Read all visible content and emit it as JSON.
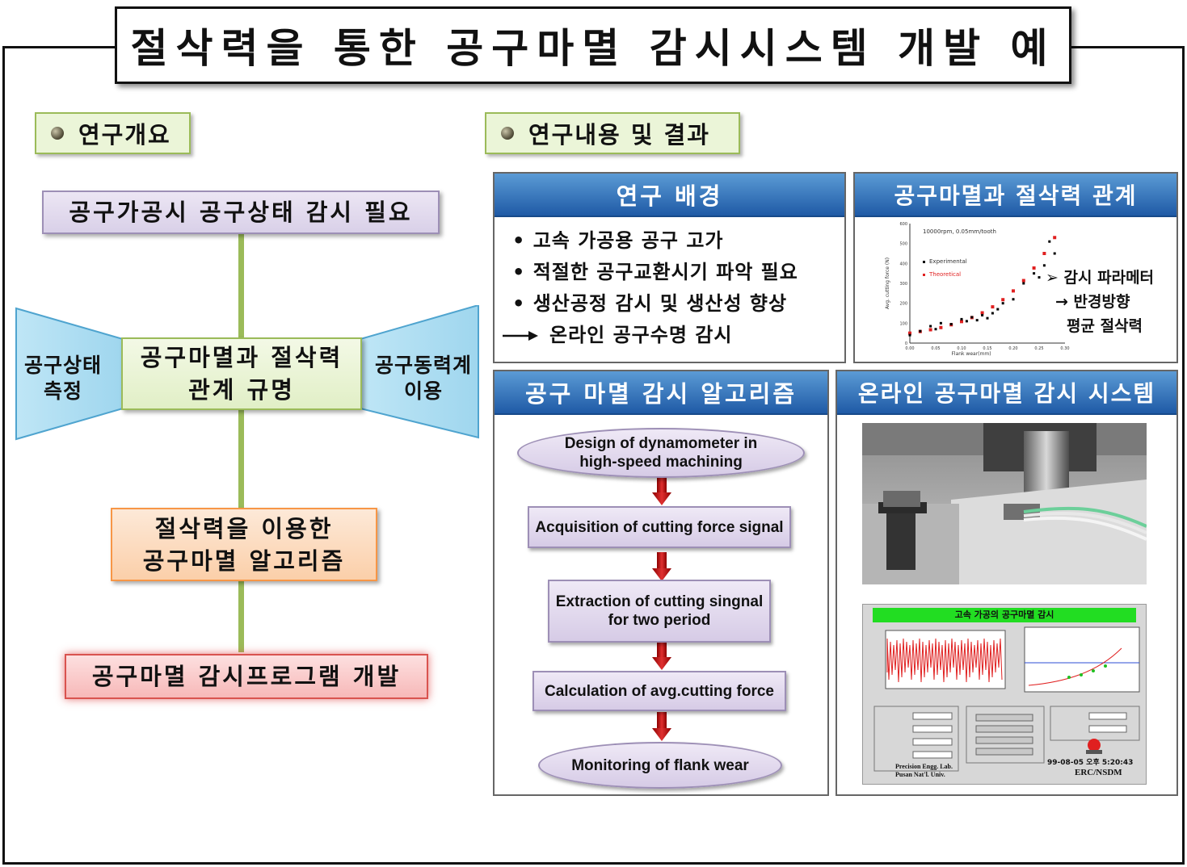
{
  "title": "절삭력을 통한 공구마멸 감시시스템 개발 예",
  "left": {
    "section_title": "연구개요",
    "box_need": "공구가공시 공구상태 감시 필요",
    "box_relation": [
      "공구마멸과 절삭력",
      "관계 규명"
    ],
    "side_left": [
      "공구상태",
      "측정"
    ],
    "side_right": [
      "공구동력계",
      "이용"
    ],
    "box_algorithm": [
      "절삭력을 이용한",
      "공구마멸 알고리즘"
    ],
    "box_program": "공구마멸 감시프로그램 개발"
  },
  "right": {
    "section_title": "연구내용 및 결과",
    "background": {
      "header": "연구 배경",
      "items": [
        "• 고속 가공용 공구 고가",
        "• 적절한 공구교환시기  파악 필요",
        "• 생산공정 감시 및 생산성 향상"
      ],
      "conclusion": "온라인 공구수명 감시"
    },
    "relation": {
      "header": "공구마멸과 절삭력 관계",
      "annotation": [
        "➢ 감시 파라메터",
        "→ 반경방향",
        "평균 절삭력"
      ]
    },
    "algorithm": {
      "header": "공구 마멸 감시 알고리즘",
      "steps": [
        [
          "Design of dynamometer in",
          "high-speed machining"
        ],
        [
          "Acquisition of cutting force signal"
        ],
        [
          "Extraction of cutting singnal",
          "for  two period"
        ],
        [
          "Calculation of avg.cutting force"
        ],
        [
          "Monitoring of flank wear"
        ]
      ]
    },
    "system": {
      "header": "온라인 공구마멸 감시 시스템",
      "screen_title": "고속 가공의 공구마멸 감시",
      "screen_footer_left": [
        "Precision Engg. Lab.",
        "Pusan Nat'l. Univ."
      ],
      "screen_footer_right": "ERC/NSDM",
      "screen_time": "99-08-05 오후 5:20:43"
    }
  },
  "chart_data": {
    "type": "scatter",
    "title": "10000rpm, 0.05mm/tooth",
    "xlabel": "Flank wear(mm)",
    "ylabel": "Avg. cutting force (N)",
    "xlim": [
      0,
      0.3
    ],
    "ylim": [
      0,
      600
    ],
    "x_ticks": [
      "0.00",
      "0.05",
      "0.10",
      "0.15",
      "0.20",
      "0.25",
      "0.30"
    ],
    "y_ticks": [
      "0",
      "100",
      "200",
      "300",
      "400",
      "500",
      "600"
    ],
    "legend": [
      "Experimental",
      "Theoretical"
    ],
    "series": [
      {
        "name": "Experimental",
        "color": "#000000",
        "x": [
          0.0,
          0.02,
          0.04,
          0.05,
          0.06,
          0.08,
          0.1,
          0.11,
          0.12,
          0.13,
          0.14,
          0.15,
          0.16,
          0.17,
          0.18,
          0.2,
          0.22,
          0.24,
          0.25,
          0.26,
          0.27,
          0.28
        ],
        "y": [
          40,
          60,
          85,
          70,
          100,
          95,
          120,
          110,
          130,
          115,
          140,
          125,
          150,
          170,
          200,
          220,
          300,
          350,
          330,
          390,
          510,
          450
        ]
      },
      {
        "name": "Theoretical",
        "color": "#e02020",
        "x": [
          0.0,
          0.02,
          0.04,
          0.06,
          0.08,
          0.1,
          0.12,
          0.14,
          0.16,
          0.18,
          0.2,
          0.22,
          0.24,
          0.26,
          0.28
        ],
        "y": [
          50,
          58,
          67,
          78,
          92,
          108,
          128,
          152,
          182,
          218,
          262,
          314,
          377,
          450,
          530
        ]
      }
    ]
  },
  "colors": {
    "accent_green": "#9bbb59",
    "header_blue": "#1f5aa6",
    "arrow_red": "#c00000"
  }
}
